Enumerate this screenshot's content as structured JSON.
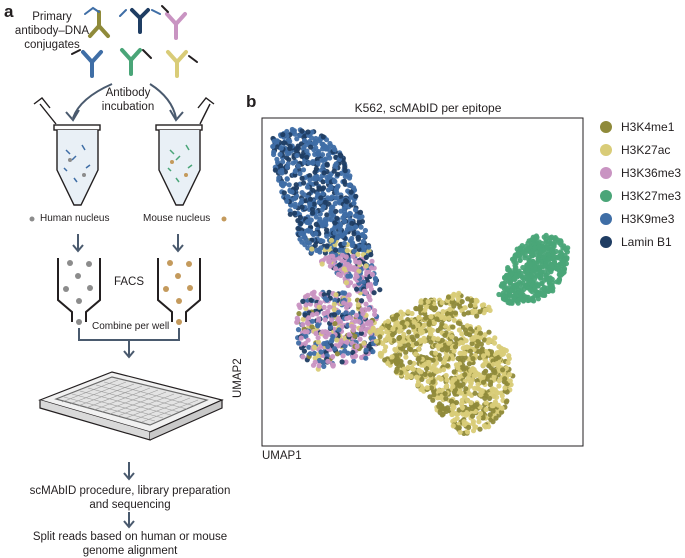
{
  "panel_a": {
    "letter": "a",
    "primary_line1": "Primary",
    "primary_line2": "antibody–DNA",
    "primary_line3": "conjugates",
    "incubation_line1": "Antibody",
    "incubation_line2": "incubation",
    "human_nucleus": "Human nucleus",
    "mouse_nucleus": "Mouse nucleus",
    "facs": "FACS",
    "combine": "Combine per well",
    "step1_line1": "scMAbID procedure, library preparation",
    "step1_line2": "and sequencing",
    "step2_line1": "Split reads based on human or mouse",
    "step2_line2": "genome alignment",
    "human_dot_color": "#8c8c8c",
    "mouse_dot_color": "#c49a5c"
  },
  "panel_b": {
    "letter": "b",
    "xlabel": "UMAP1",
    "ylabel": "UMAP2"
  },
  "chart_data": {
    "type": "scatter",
    "title": "K562, scMAbID per epitope",
    "xlabel": "UMAP1",
    "ylabel": "UMAP2",
    "grid": false,
    "legend_position": "right",
    "series": [
      {
        "name": "H3K4me1",
        "color": "#8f8a3a"
      },
      {
        "name": "H3K27ac",
        "color": "#d9cc78"
      },
      {
        "name": "H3K36me3",
        "color": "#c994c2"
      },
      {
        "name": "H3K27me3",
        "color": "#4aa578"
      },
      {
        "name": "H3K9me3",
        "color": "#3f6ea6"
      },
      {
        "name": "Lamin B1",
        "color": "#1f3d63"
      }
    ]
  }
}
